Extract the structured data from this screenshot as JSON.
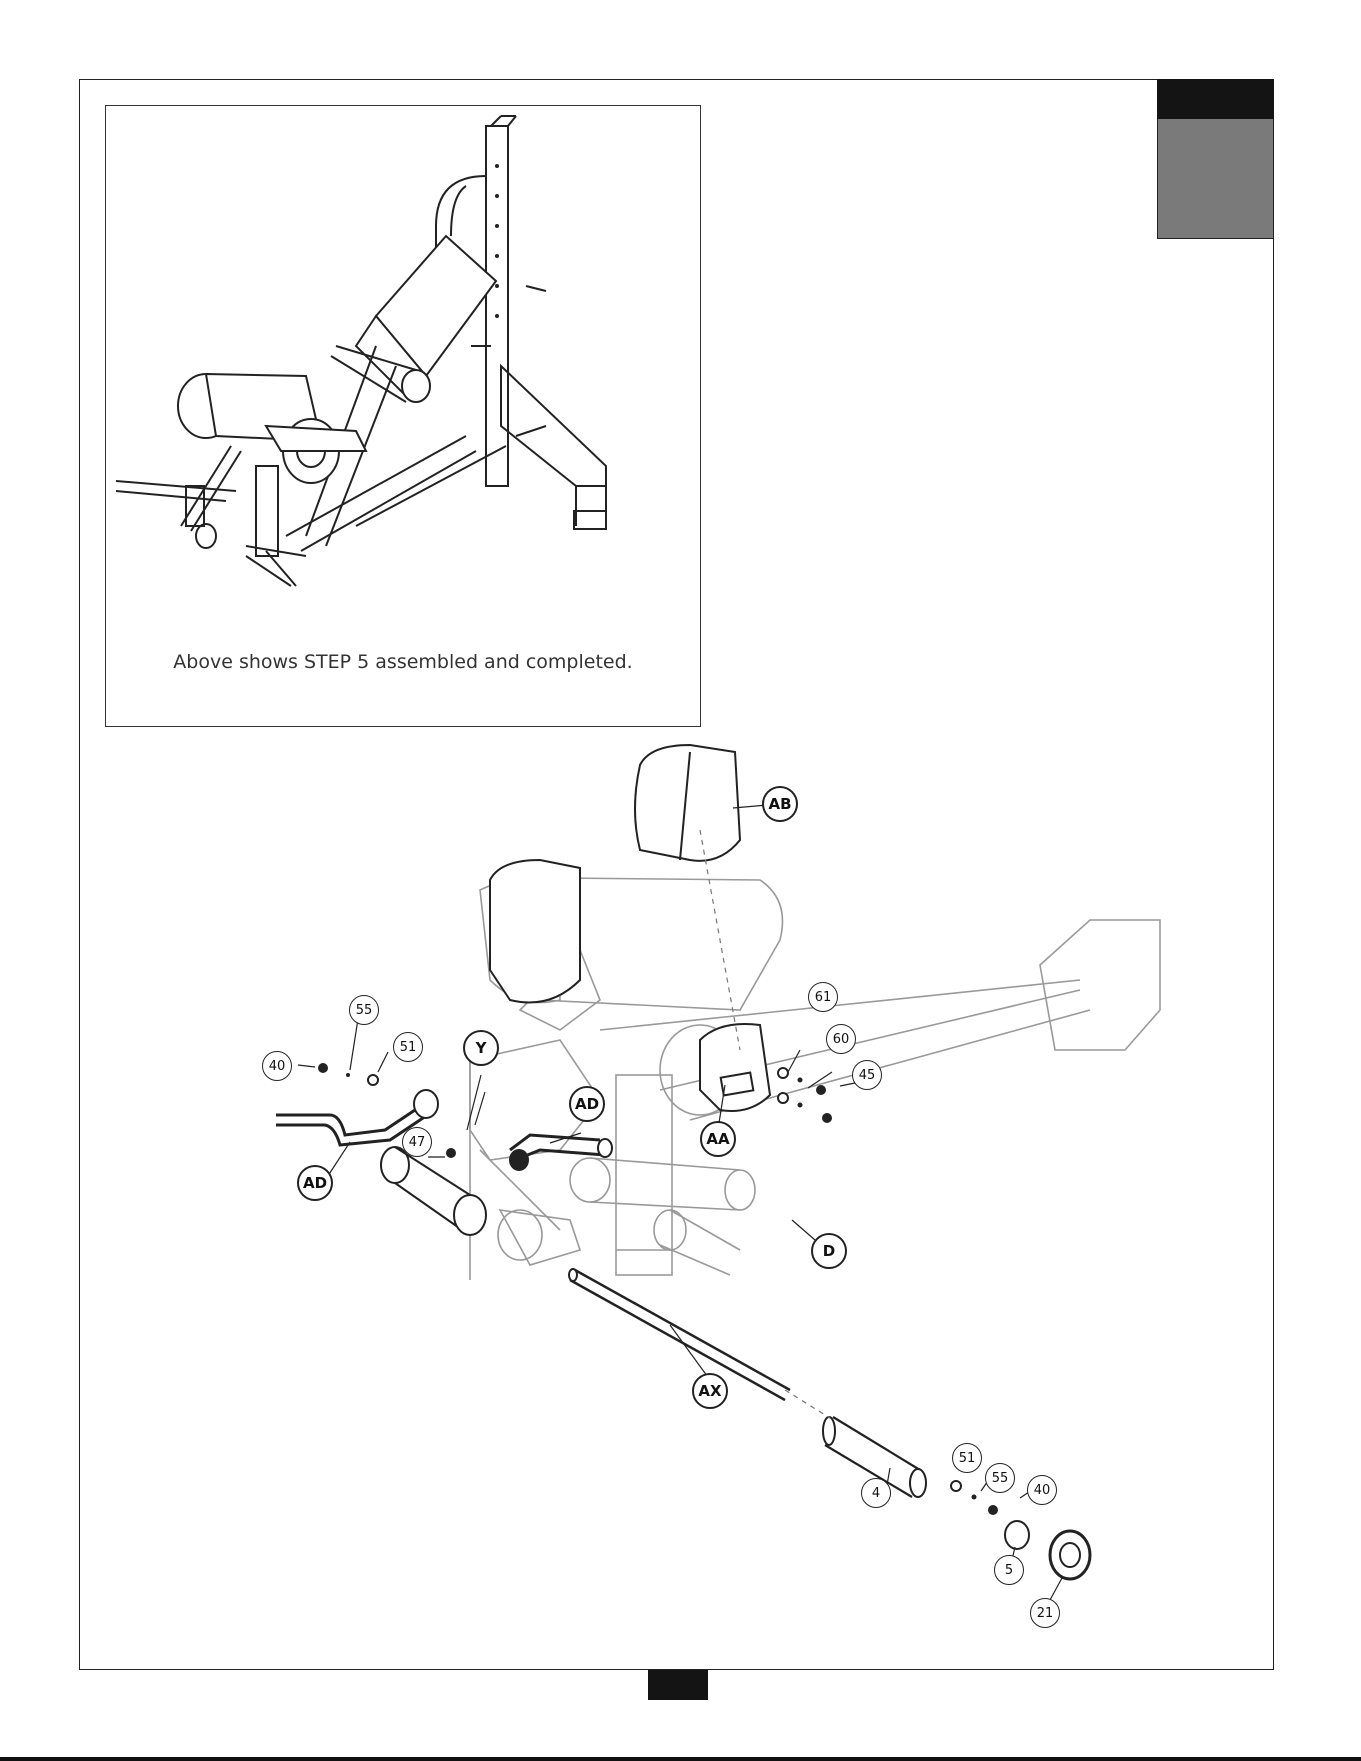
{
  "inset": {
    "caption": "Above shows STEP 5 assembled and completed."
  },
  "callouts": {
    "c55_top": "55",
    "c40_top": "40",
    "c51_top": "51",
    "cY": "Y",
    "cAD_left": "AD",
    "c47": "47",
    "cAD_mid": "AD",
    "cAB": "AB",
    "c61": "61",
    "c60": "60",
    "c45": "45",
    "cAA": "AA",
    "cD": "D",
    "cAX": "AX",
    "c4": "4",
    "c51_bot": "51",
    "c55_bot": "55",
    "c40_bot": "40",
    "c5": "5",
    "c21": "21"
  },
  "footer": {
    "mark": ""
  }
}
